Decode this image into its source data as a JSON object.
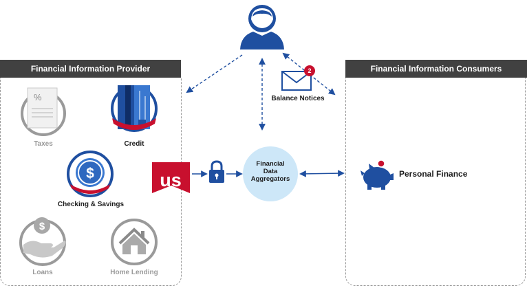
{
  "panels": {
    "provider_title": "Financial Information Provider",
    "consumer_title": "Financial Information Consumers"
  },
  "providers": {
    "taxes": "Taxes",
    "credit": "Credit",
    "checking": "Checking & Savings",
    "loans": "Loans",
    "home_lending": "Home Lending"
  },
  "bank_logo": "us",
  "aggregator": {
    "line1": "Financial",
    "line2": "Data",
    "line3": "Aggregators"
  },
  "notices": {
    "label": "Balance Notices",
    "badge": "2"
  },
  "consumer": {
    "label": "Personal Finance"
  },
  "colors": {
    "brand_blue": "#1f4fa0",
    "brand_red": "#c8102e",
    "panel_header": "#414141",
    "aggregator_fill": "#cde7f8",
    "inactive_gray": "#9a9a9a"
  },
  "icons": [
    "user-icon",
    "envelope-icon",
    "document-percent-icon",
    "credit-card-icon",
    "dollar-coin-icon",
    "hand-coin-icon",
    "house-icon",
    "padlock-icon",
    "piggy-bank-icon"
  ]
}
